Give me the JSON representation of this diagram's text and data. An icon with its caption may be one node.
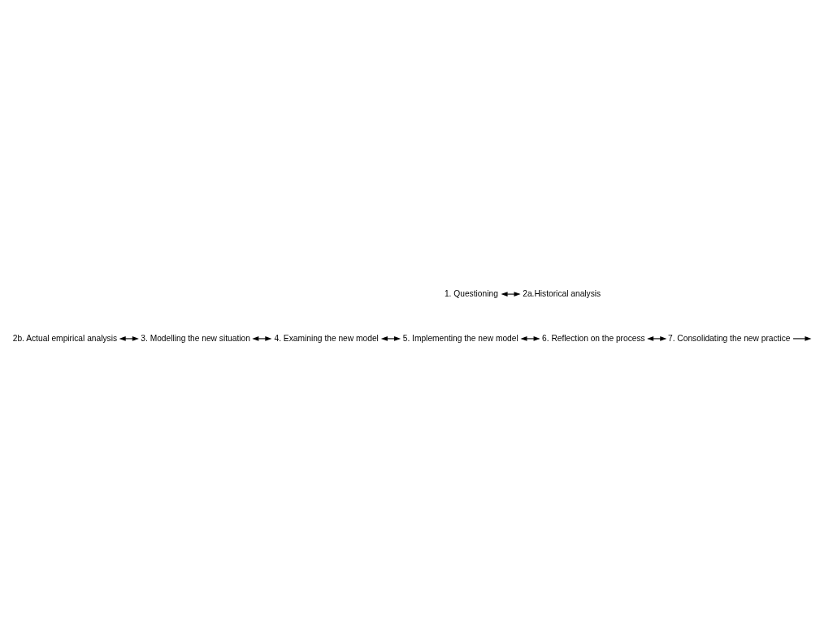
{
  "diagram": {
    "nodes": [
      {
        "text": [
          "1. Questioning"
        ]
      },
      {
        "text": [
          "2a.Historical analysis"
        ]
      },
      {
        "text": [
          "2b. Actual empirical analysis"
        ]
      },
      {
        "text": [
          "3. Modelling the new situation"
        ]
      },
      {
        "text": [
          "4. Examining the new model"
        ]
      },
      {
        "text": [
          "5. Implementing the new model"
        ]
      },
      {
        "text": [
          "6. Reflection on the process"
        ]
      },
      {
        "text": [
          "7. Consolidating the new practice"
        ]
      }
    ],
    "edges": [
      {
        "from": 0,
        "to": 1,
        "arrow": "both"
      },
      {
        "from": 2,
        "to": 3,
        "arrow": "both"
      },
      {
        "from": 3,
        "to": 4,
        "arrow": "both"
      },
      {
        "from": 4,
        "to": 5,
        "arrow": "both"
      },
      {
        "from": 5,
        "to": 6,
        "arrow": "both"
      },
      {
        "from": 6,
        "to": 7,
        "arrow": "both"
      },
      {
        "from": 7,
        "to": null,
        "arrow": "to"
      }
    ]
  }
}
